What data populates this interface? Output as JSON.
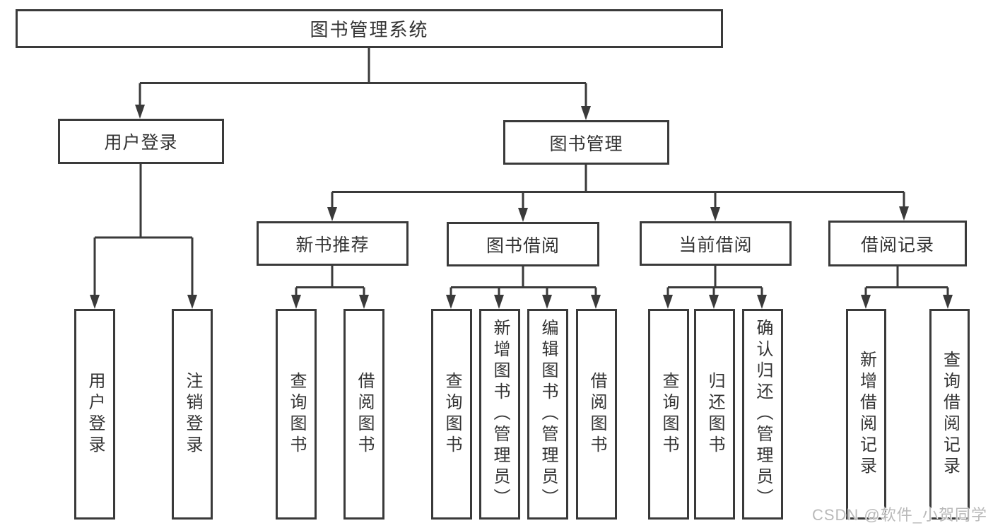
{
  "diagram": {
    "title": "图书管理系统",
    "tree": {
      "root": {
        "label": "图书管理系统",
        "children": [
          {
            "label": "用户登录",
            "children": [
              {
                "label": "用户登录"
              },
              {
                "label": "注销登录"
              }
            ]
          },
          {
            "label": "图书管理",
            "children": [
              {
                "label": "新书推荐",
                "children": [
                  {
                    "label": "查询图书"
                  },
                  {
                    "label": "借阅图书"
                  }
                ]
              },
              {
                "label": "图书借阅",
                "children": [
                  {
                    "label": "查询图书"
                  },
                  {
                    "label": "新增图书（管理员）"
                  },
                  {
                    "label": "编辑图书（管理员）"
                  },
                  {
                    "label": "借阅图书"
                  }
                ]
              },
              {
                "label": "当前借阅",
                "children": [
                  {
                    "label": "查询图书"
                  },
                  {
                    "label": "归还图书"
                  },
                  {
                    "label": "确认归还（管理员）"
                  }
                ]
              },
              {
                "label": "借阅记录",
                "children": [
                  {
                    "label": "新增借阅记录"
                  },
                  {
                    "label": "查询借阅记录"
                  }
                ]
              }
            ]
          }
        ]
      }
    },
    "colors": {
      "box_border": "#3a3a3a",
      "line": "#3a3a3a",
      "text": "#333333",
      "background": "#ffffff",
      "watermark_text_color": "#b9b9b9"
    }
  },
  "watermark": {
    "text": "CSDN @软件_小贺同学"
  }
}
